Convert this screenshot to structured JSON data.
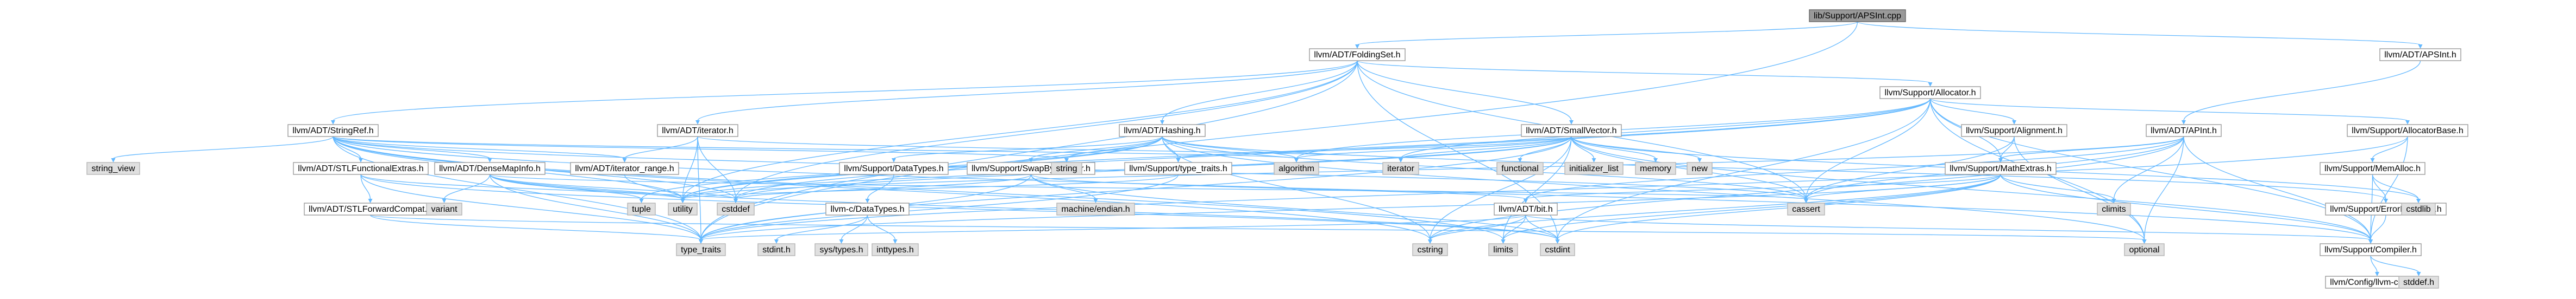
{
  "colors": {
    "edge": "#63b8ff",
    "root_fill": "#999999",
    "internal_fill": "#ffffff",
    "external_fill": "#e0e0e0",
    "node_border": "#999999"
  },
  "nodes": [
    {
      "id": "root",
      "label": "lib/Support/APSInt.cpp",
      "kind": "root"
    },
    {
      "id": "FoldingSet",
      "label": "llvm/ADT/FoldingSet.h",
      "kind": "internal"
    },
    {
      "id": "APSInt",
      "label": "llvm/ADT/APSInt.h",
      "kind": "internal"
    },
    {
      "id": "StringRef",
      "label": "llvm/ADT/StringRef.h",
      "kind": "internal"
    },
    {
      "id": "iterator",
      "label": "llvm/ADT/iterator.h",
      "kind": "internal"
    },
    {
      "id": "Hashing",
      "label": "llvm/ADT/Hashing.h",
      "kind": "internal"
    },
    {
      "id": "SmallVector",
      "label": "llvm/ADT/SmallVector.h",
      "kind": "internal"
    },
    {
      "id": "Allocator",
      "label": "llvm/Support/Allocator.h",
      "kind": "internal"
    },
    {
      "id": "APInt",
      "label": "llvm/ADT/APInt.h",
      "kind": "internal"
    },
    {
      "id": "Alignment",
      "label": "llvm/Support/Alignment.h",
      "kind": "internal"
    },
    {
      "id": "AllocatorBase",
      "label": "llvm/Support/AllocatorBase.h",
      "kind": "internal"
    },
    {
      "id": "STLFunctionalExtras",
      "label": "llvm/ADT/STLFunctionalExtras.h",
      "kind": "internal"
    },
    {
      "id": "DenseMapInfo",
      "label": "llvm/ADT/DenseMapInfo.h",
      "kind": "internal"
    },
    {
      "id": "iterator_range",
      "label": "llvm/ADT/iterator_range.h",
      "kind": "internal"
    },
    {
      "id": "DataTypes",
      "label": "llvm/Support/DataTypes.h",
      "kind": "internal"
    },
    {
      "id": "SwapByteOrder",
      "label": "llvm/Support/SwapByteOrder.h",
      "kind": "internal"
    },
    {
      "id": "type_traits",
      "label": "llvm/Support/type_traits.h",
      "kind": "internal"
    },
    {
      "id": "MathExtras",
      "label": "llvm/Support/MathExtras.h",
      "kind": "internal"
    },
    {
      "id": "MemAlloc",
      "label": "llvm/Support/MemAlloc.h",
      "kind": "internal"
    },
    {
      "id": "STLForwardCompat",
      "label": "llvm/ADT/STLForwardCompat.h",
      "kind": "internal"
    },
    {
      "id": "cDataTypes",
      "label": "llvm-c/DataTypes.h",
      "kind": "internal"
    },
    {
      "id": "bit",
      "label": "llvm/ADT/bit.h",
      "kind": "internal"
    },
    {
      "id": "ErrorHandling",
      "label": "llvm/Support/ErrorHandling.h",
      "kind": "internal"
    },
    {
      "id": "Compiler",
      "label": "llvm/Support/Compiler.h",
      "kind": "internal"
    },
    {
      "id": "llvmconfig",
      "label": "llvm/Config/llvm-config.h",
      "kind": "internal"
    },
    {
      "id": "string_view",
      "label": "string_view",
      "kind": "external"
    },
    {
      "id": "string",
      "label": "string",
      "kind": "external"
    },
    {
      "id": "algorithm",
      "label": "algorithm",
      "kind": "external"
    },
    {
      "id": "iteratorstd",
      "label": "iterator",
      "kind": "external"
    },
    {
      "id": "functional",
      "label": "functional",
      "kind": "external"
    },
    {
      "id": "initializer_list",
      "label": "initializer_list",
      "kind": "external"
    },
    {
      "id": "memory",
      "label": "memory",
      "kind": "external"
    },
    {
      "id": "new",
      "label": "new",
      "kind": "external"
    },
    {
      "id": "variant",
      "label": "variant",
      "kind": "external"
    },
    {
      "id": "tuple",
      "label": "tuple",
      "kind": "external"
    },
    {
      "id": "utility",
      "label": "utility",
      "kind": "external"
    },
    {
      "id": "cstddef",
      "label": "cstddef",
      "kind": "external"
    },
    {
      "id": "machine_endian",
      "label": "machine/endian.h",
      "kind": "external"
    },
    {
      "id": "cassert",
      "label": "cassert",
      "kind": "external"
    },
    {
      "id": "climits",
      "label": "climits",
      "kind": "external"
    },
    {
      "id": "cstdlib",
      "label": "cstdlib",
      "kind": "external"
    },
    {
      "id": "type_traits_std",
      "label": "type_traits",
      "kind": "external"
    },
    {
      "id": "stdint",
      "label": "stdint.h",
      "kind": "external"
    },
    {
      "id": "sys_types",
      "label": "sys/types.h",
      "kind": "external"
    },
    {
      "id": "inttypes",
      "label": "inttypes.h",
      "kind": "external"
    },
    {
      "id": "cstring",
      "label": "cstring",
      "kind": "external"
    },
    {
      "id": "limits",
      "label": "limits",
      "kind": "external"
    },
    {
      "id": "cstdint",
      "label": "cstdint",
      "kind": "external"
    },
    {
      "id": "optional",
      "label": "optional",
      "kind": "external"
    },
    {
      "id": "stddef",
      "label": "stddef.h",
      "kind": "external"
    }
  ],
  "edges": [
    [
      "root",
      "FoldingSet"
    ],
    [
      "root",
      "APSInt"
    ],
    [
      "root",
      "type_traits_std"
    ],
    [
      "FoldingSet",
      "StringRef"
    ],
    [
      "FoldingSet",
      "iterator"
    ],
    [
      "FoldingSet",
      "Hashing"
    ],
    [
      "FoldingSet",
      "SmallVector"
    ],
    [
      "FoldingSet",
      "Allocator"
    ],
    [
      "FoldingSet",
      "cassert"
    ],
    [
      "FoldingSet",
      "cstddef"
    ],
    [
      "FoldingSet",
      "cstdint"
    ],
    [
      "FoldingSet",
      "type_traits_std"
    ],
    [
      "FoldingSet",
      "utility"
    ],
    [
      "APSInt",
      "APInt"
    ],
    [
      "StringRef",
      "STLFunctionalExtras"
    ],
    [
      "StringRef",
      "DenseMapInfo"
    ],
    [
      "StringRef",
      "iterator_range"
    ],
    [
      "StringRef",
      "Compiler"
    ],
    [
      "StringRef",
      "algorithm"
    ],
    [
      "StringRef",
      "cassert"
    ],
    [
      "StringRef",
      "cstddef"
    ],
    [
      "StringRef",
      "cstring"
    ],
    [
      "StringRef",
      "limits"
    ],
    [
      "StringRef",
      "string"
    ],
    [
      "StringRef",
      "string_view"
    ],
    [
      "StringRef",
      "type_traits_std"
    ],
    [
      "StringRef",
      "utility"
    ],
    [
      "iterator",
      "iterator_range"
    ],
    [
      "iterator",
      "cstddef"
    ],
    [
      "iterator",
      "iteratorstd"
    ],
    [
      "iterator",
      "type_traits_std"
    ],
    [
      "iterator",
      "utility"
    ],
    [
      "Hashing",
      "DataTypes"
    ],
    [
      "Hashing",
      "ErrorHandling"
    ],
    [
      "Hashing",
      "SwapByteOrder"
    ],
    [
      "Hashing",
      "type_traits"
    ],
    [
      "Hashing",
      "algorithm"
    ],
    [
      "Hashing",
      "cassert"
    ],
    [
      "Hashing",
      "cstring"
    ],
    [
      "Hashing",
      "optional"
    ],
    [
      "Hashing",
      "string"
    ],
    [
      "Hashing",
      "tuple"
    ],
    [
      "Hashing",
      "utility"
    ],
    [
      "SmallVector",
      "Compiler"
    ],
    [
      "SmallVector",
      "type_traits"
    ],
    [
      "SmallVector",
      "algorithm"
    ],
    [
      "SmallVector",
      "cassert"
    ],
    [
      "SmallVector",
      "cstddef"
    ],
    [
      "SmallVector",
      "cstdlib"
    ],
    [
      "SmallVector",
      "cstring"
    ],
    [
      "SmallVector",
      "functional"
    ],
    [
      "SmallVector",
      "initializer_list"
    ],
    [
      "SmallVector",
      "iteratorstd"
    ],
    [
      "SmallVector",
      "limits"
    ],
    [
      "SmallVector",
      "memory"
    ],
    [
      "SmallVector",
      "new"
    ],
    [
      "SmallVector",
      "type_traits_std"
    ],
    [
      "SmallVector",
      "utility"
    ],
    [
      "Allocator",
      "Alignment"
    ],
    [
      "Allocator",
      "AllocatorBase"
    ],
    [
      "Allocator",
      "Compiler"
    ],
    [
      "Allocator",
      "MathExtras"
    ],
    [
      "Allocator",
      "algorithm"
    ],
    [
      "Allocator",
      "cassert"
    ],
    [
      "Allocator",
      "cstddef"
    ],
    [
      "Allocator",
      "cstdint"
    ],
    [
      "Allocator",
      "iteratorstd"
    ],
    [
      "Allocator",
      "optional"
    ],
    [
      "Allocator",
      "utility"
    ],
    [
      "APInt",
      "Compiler"
    ],
    [
      "APInt",
      "MathExtras"
    ],
    [
      "APInt",
      "bit"
    ],
    [
      "APInt",
      "cassert"
    ],
    [
      "APInt",
      "climits"
    ],
    [
      "APInt",
      "cstring"
    ],
    [
      "APInt",
      "optional"
    ],
    [
      "APInt",
      "utility"
    ],
    [
      "Alignment",
      "MathExtras"
    ],
    [
      "Alignment",
      "cassert"
    ],
    [
      "Alignment",
      "optional"
    ],
    [
      "AllocatorBase",
      "Compiler"
    ],
    [
      "AllocatorBase",
      "MemAlloc"
    ],
    [
      "AllocatorBase",
      "type_traits_std"
    ],
    [
      "STLFunctionalExtras",
      "STLForwardCompat"
    ],
    [
      "STLFunctionalExtras",
      "cstdint"
    ],
    [
      "STLFunctionalExtras",
      "type_traits_std"
    ],
    [
      "STLFunctionalExtras",
      "utility"
    ],
    [
      "DenseMapInfo",
      "cassert"
    ],
    [
      "DenseMapInfo",
      "cstddef"
    ],
    [
      "DenseMapInfo",
      "cstdint"
    ],
    [
      "DenseMapInfo",
      "tuple"
    ],
    [
      "DenseMapInfo",
      "type_traits_std"
    ],
    [
      "DenseMapInfo",
      "utility"
    ],
    [
      "DenseMapInfo",
      "variant"
    ],
    [
      "iterator_range",
      "utility"
    ],
    [
      "DataTypes",
      "cDataTypes"
    ],
    [
      "SwapByteOrder",
      "bit"
    ],
    [
      "SwapByteOrder",
      "cstddef"
    ],
    [
      "SwapByteOrder",
      "cstdint"
    ],
    [
      "SwapByteOrder",
      "type_traits_std"
    ],
    [
      "SwapByteOrder",
      "machine_endian"
    ],
    [
      "type_traits",
      "type_traits_std"
    ],
    [
      "type_traits",
      "utility"
    ],
    [
      "MathExtras",
      "bit"
    ],
    [
      "MathExtras",
      "Compiler"
    ],
    [
      "MathExtras",
      "cassert"
    ],
    [
      "MathExtras",
      "climits"
    ],
    [
      "MathExtras",
      "cstdint"
    ],
    [
      "MathExtras",
      "cstring"
    ],
    [
      "MathExtras",
      "limits"
    ],
    [
      "MathExtras",
      "type_traits_std"
    ],
    [
      "MemAlloc",
      "Compiler"
    ],
    [
      "MemAlloc",
      "ErrorHandling"
    ],
    [
      "MemAlloc",
      "cstdlib"
    ],
    [
      "STLForwardCompat",
      "optional"
    ],
    [
      "STLForwardCompat",
      "type_traits_std"
    ],
    [
      "cDataTypes",
      "inttypes"
    ],
    [
      "cDataTypes",
      "stdint"
    ],
    [
      "cDataTypes",
      "sys_types"
    ],
    [
      "bit",
      "Compiler"
    ],
    [
      "bit",
      "cstdint"
    ],
    [
      "bit",
      "cstring"
    ],
    [
      "bit",
      "limits"
    ],
    [
      "bit",
      "type_traits_std"
    ],
    [
      "ErrorHandling",
      "Compiler"
    ],
    [
      "Compiler",
      "llvmconfig"
    ],
    [
      "Compiler",
      "stddef"
    ]
  ]
}
